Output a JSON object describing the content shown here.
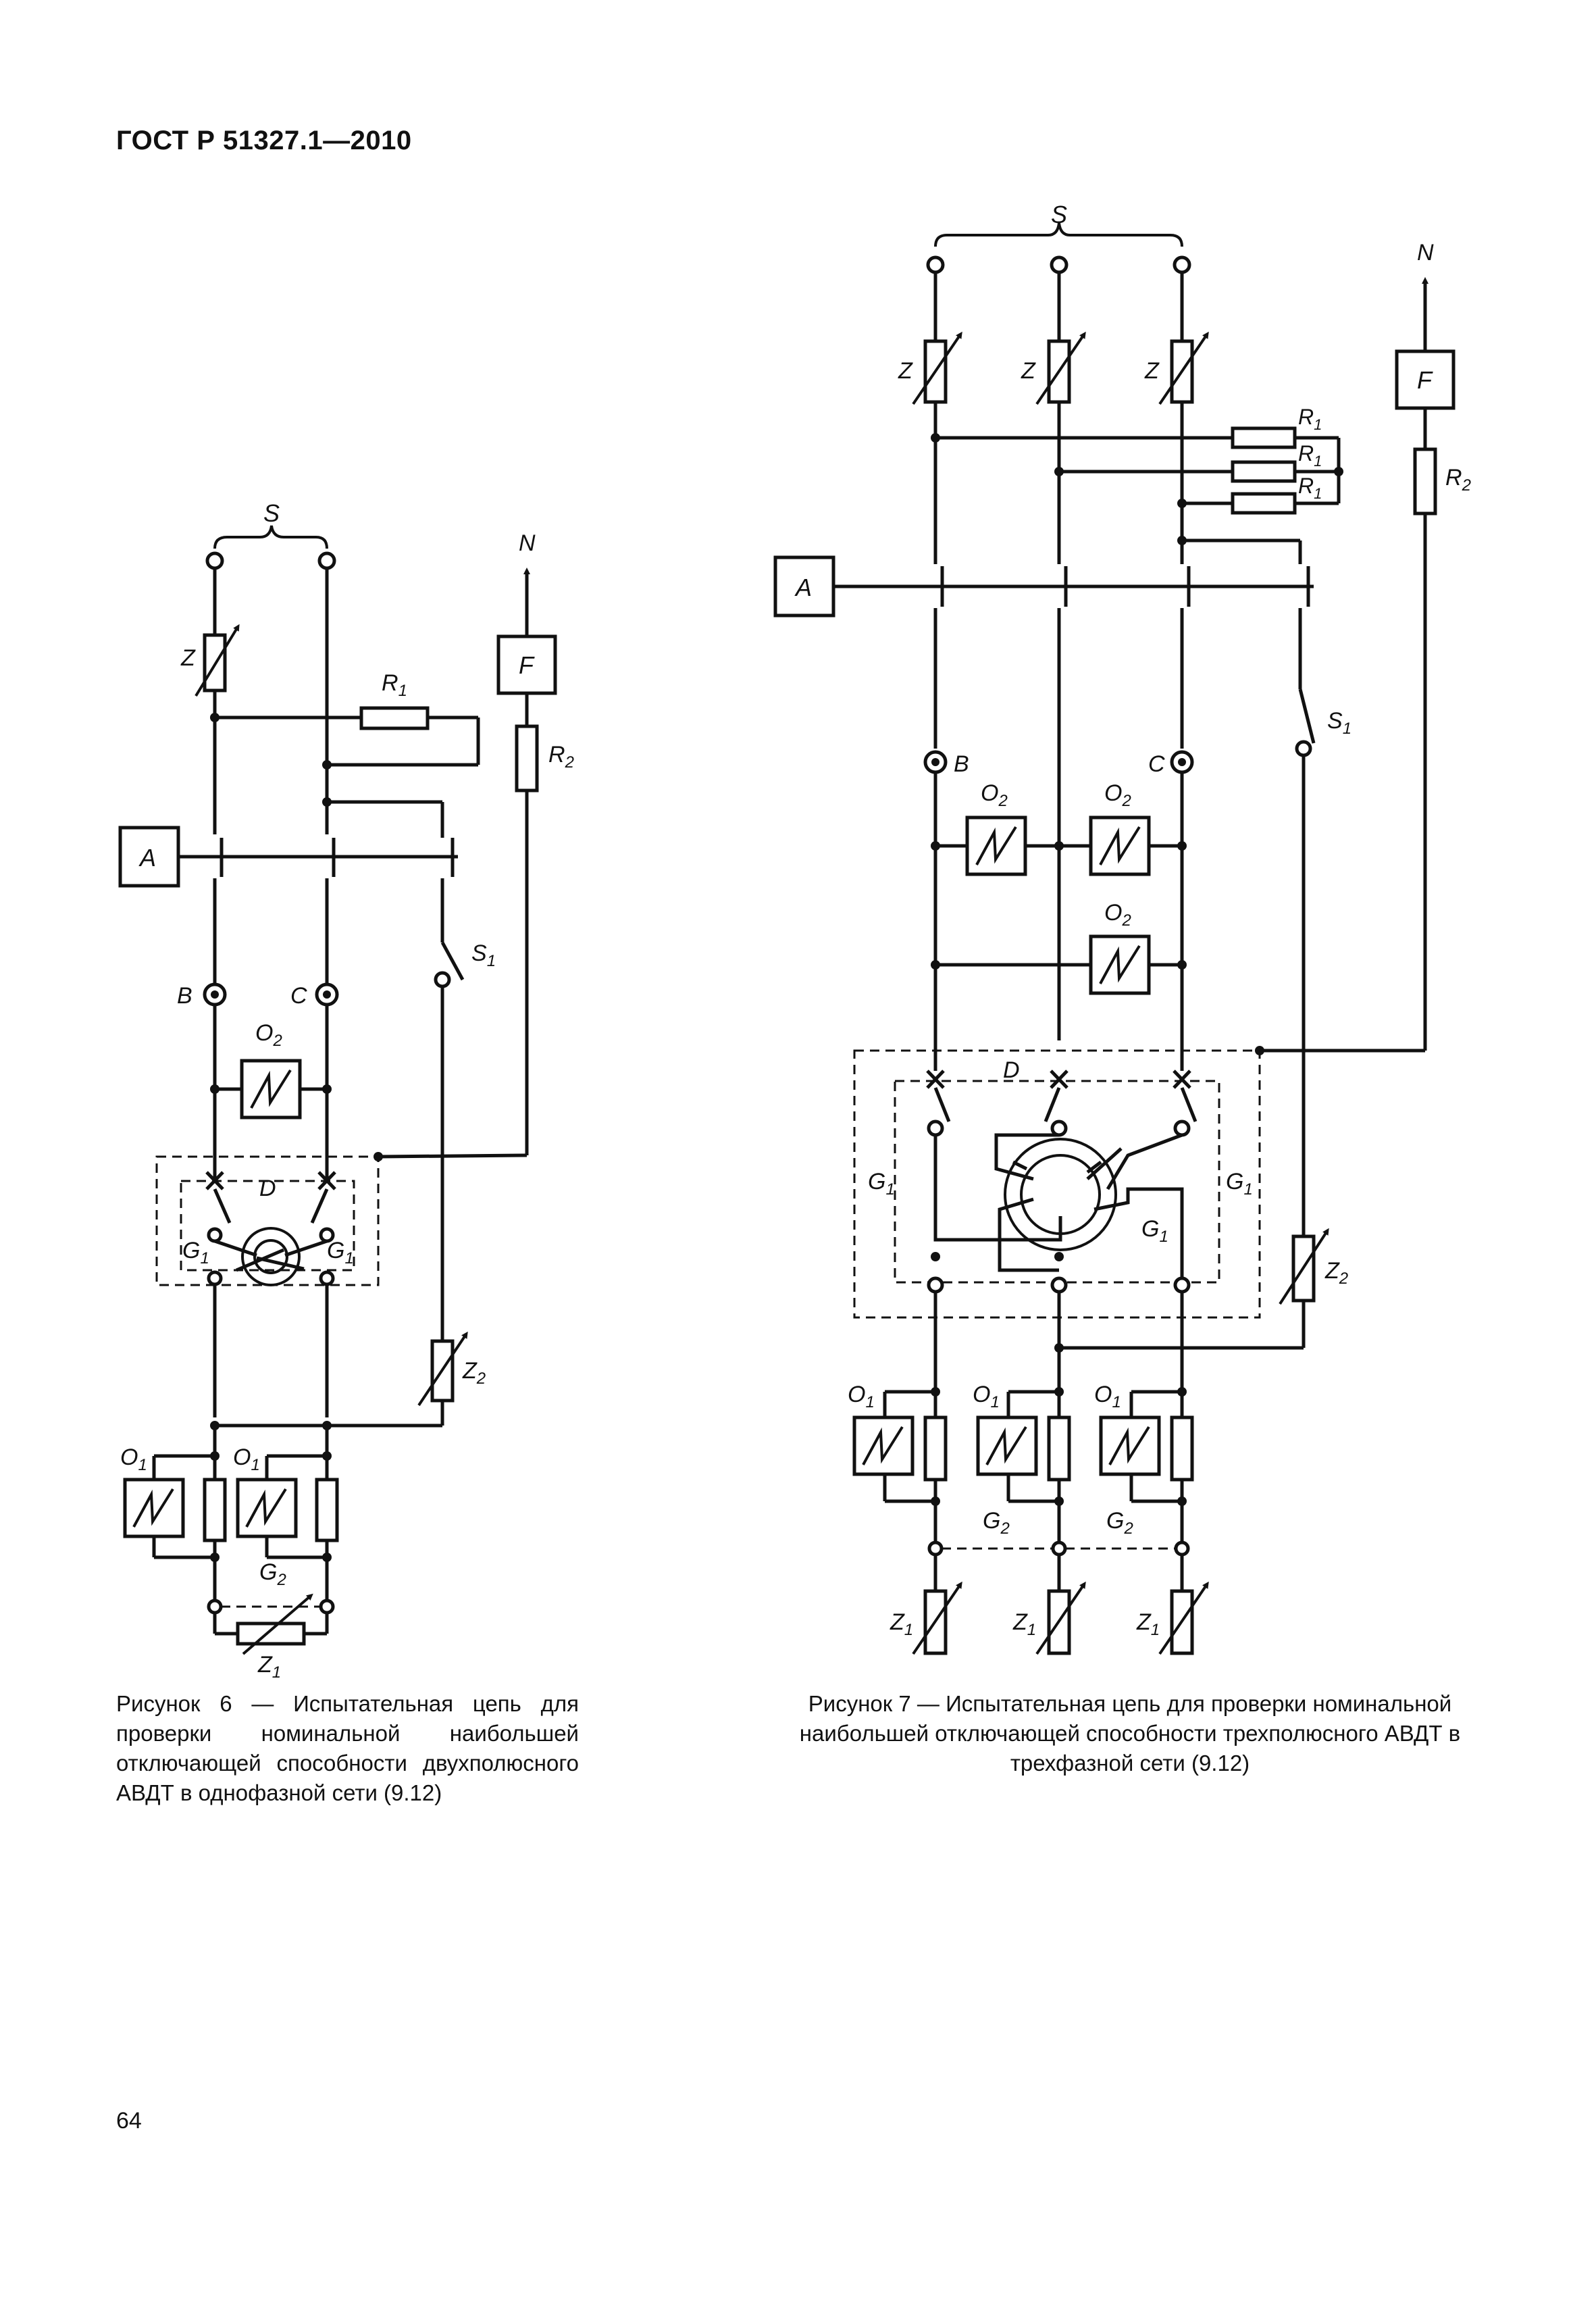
{
  "header": {
    "title": "ГОСТ Р 51327.1—2010"
  },
  "figure6": {
    "labels": {
      "S": "S",
      "Z": "Z",
      "R1": "R",
      "R1_sub": "1",
      "F": "F",
      "N": "N",
      "R2": "R",
      "R2_sub": "2",
      "A": "A",
      "S1": "S",
      "S1_sub": "1",
      "B": "B",
      "C": "C",
      "O2": "O",
      "O2_sub": "2",
      "D": "D",
      "G1": "G",
      "G1_sub": "1",
      "Z2": "Z",
      "Z2_sub": "2",
      "O1": "O",
      "O1_sub": "1",
      "G2": "G",
      "G2_sub": "2",
      "Z1": "Z",
      "Z1_sub": "1"
    },
    "caption": "Рисунок 6 — Испытательная цепь для проверки номинальной наибольшей отключающей способности двухполюсного АВДТ в однофазной сети (9.12)"
  },
  "figure7": {
    "labels": {
      "S": "S",
      "Z": "Z",
      "N": "N",
      "F": "F",
      "R1": "R",
      "R1_sub": "1",
      "R2": "R",
      "R2_sub": "2",
      "A": "A",
      "S1": "S",
      "S1_sub": "1",
      "B": "B",
      "C": "C",
      "O2": "O",
      "O2_sub": "2",
      "D": "D",
      "G1": "G",
      "G1_sub": "1",
      "Z2": "Z",
      "Z2_sub": "2",
      "O1": "O",
      "O1_sub": "1",
      "G2": "G",
      "G2_sub": "2",
      "Z1": "Z",
      "Z1_sub": "1"
    },
    "caption": "Рисунок 7 — Испытательная цепь для проверки номинальной наибольшей отключающей способности трехполюсного АВДТ в трехфазной сети (9.12)"
  },
  "footer": {
    "page_number": "64"
  }
}
